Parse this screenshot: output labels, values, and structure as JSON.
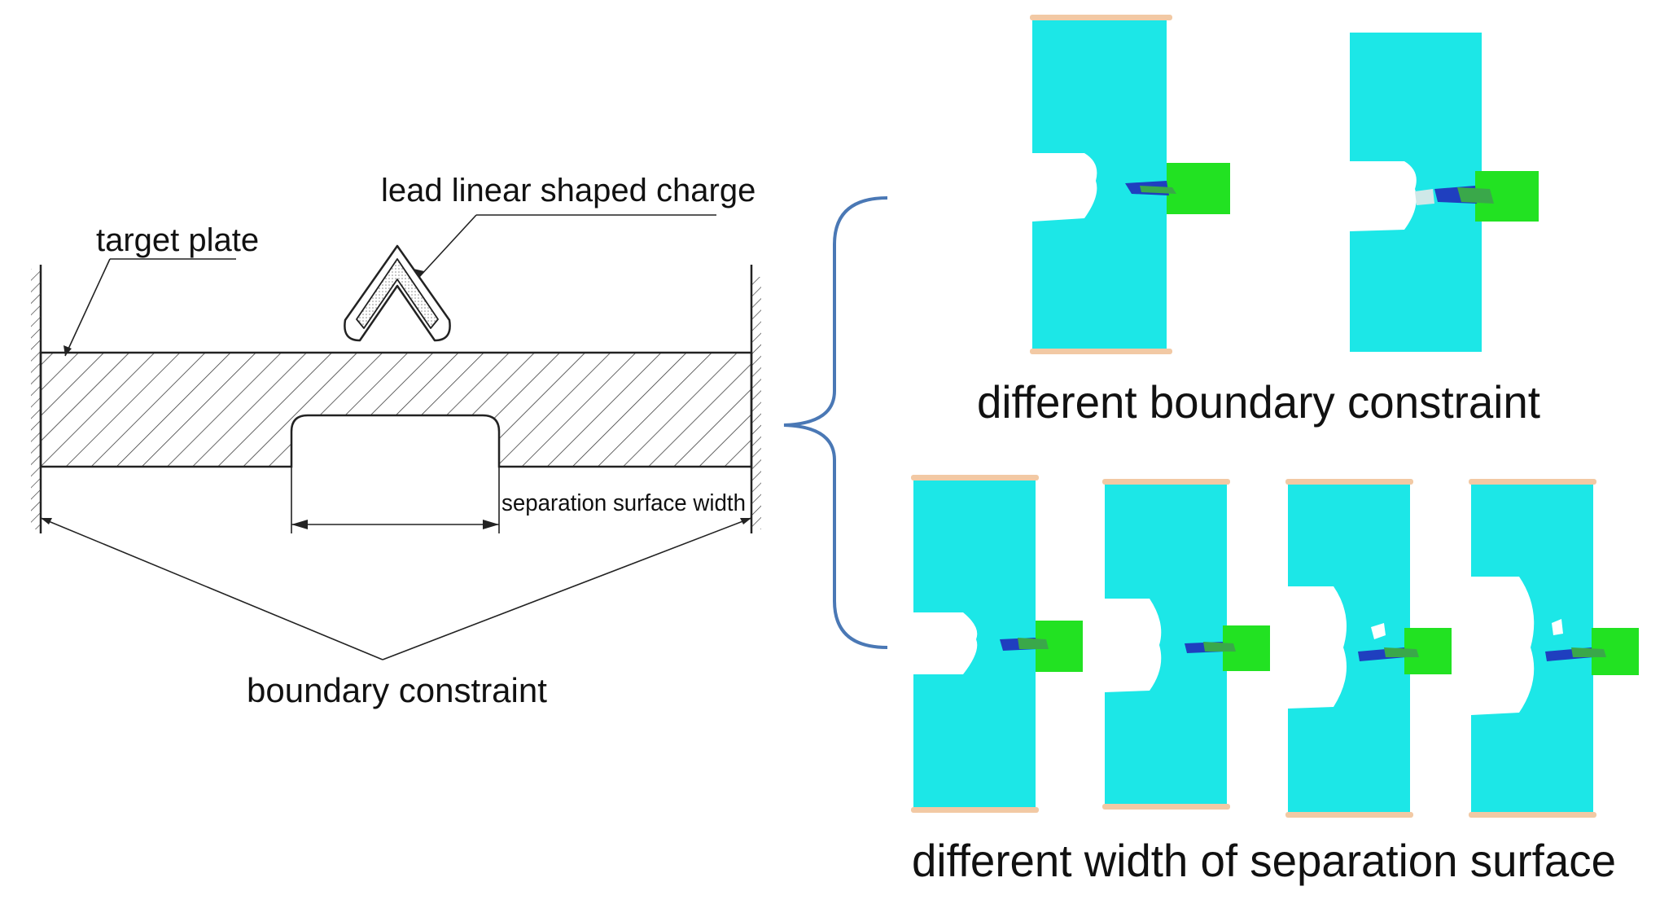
{
  "labels": {
    "charge": "lead linear shaped charge",
    "target_plate": "target plate",
    "separation_width": "separation surface width",
    "boundary_constraint": "boundary constraint",
    "group_boundary": "different boundary constraint",
    "group_width": "different width of separation surface"
  },
  "colors": {
    "plate": "#1ce7e7",
    "charge_block": "#22e222",
    "clamp": "#f2c9a4",
    "brace": "#4a78b5",
    "jet": "#1f3fbf",
    "line": "#222222"
  },
  "icons": {
    "charge": "chevron-shaped-charge",
    "brace": "curly-brace",
    "walls": "hatched-fixed-wall"
  }
}
